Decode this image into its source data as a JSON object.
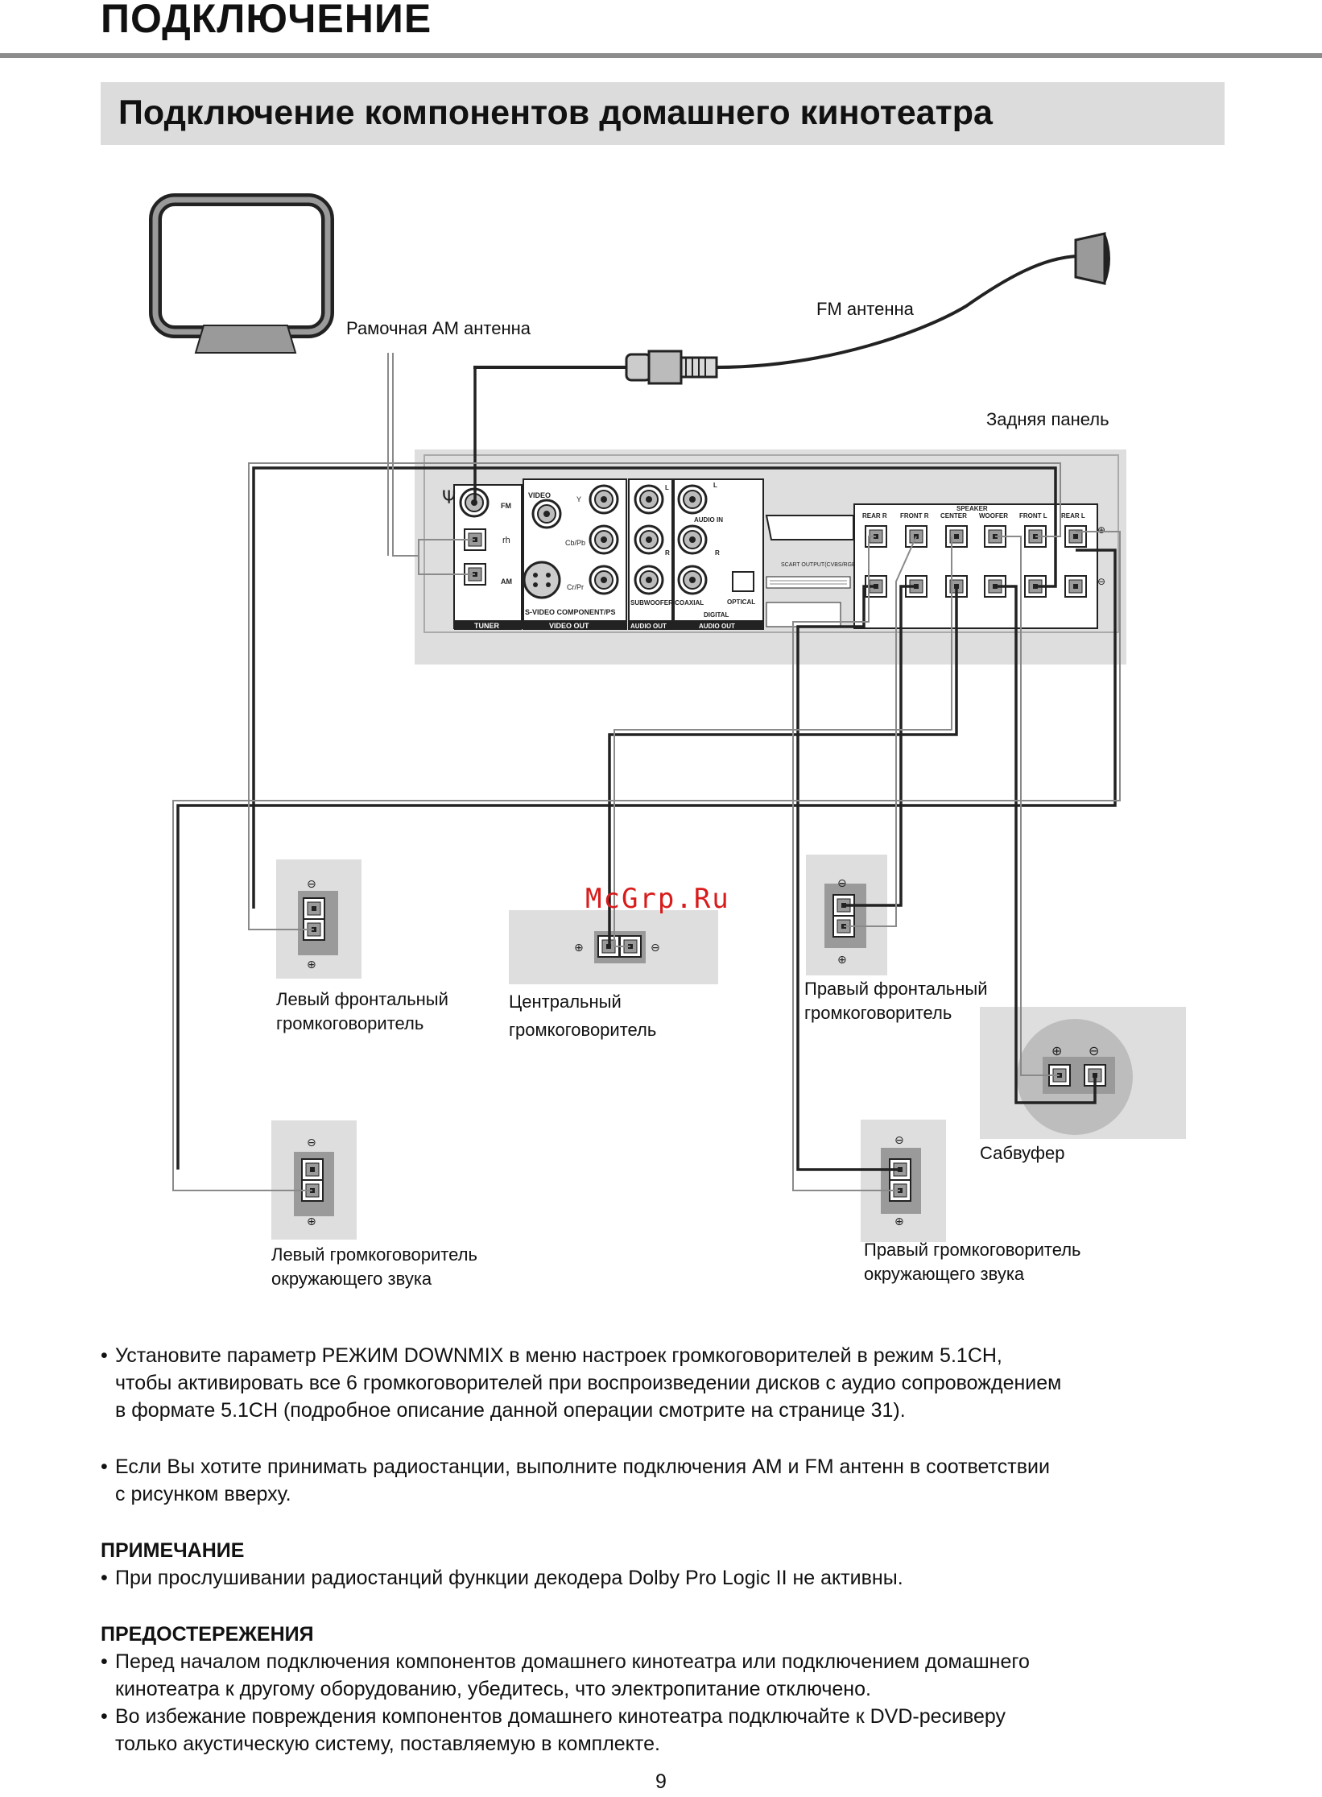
{
  "header": {
    "title": "ПОДКЛЮЧЕНИЕ"
  },
  "section": {
    "title": "Подключение компонентов домашнего кинотеатра"
  },
  "diagram": {
    "am_antenna_label": "Рамочная AM антенна",
    "fm_antenna_label": "FM антенна",
    "rear_panel_label": "Задняя панель",
    "panel": {
      "fm": "FM",
      "am": "AM",
      "tuner": "TUNER",
      "video": "VIDEO",
      "y": "Y",
      "cbpb": "Cb/Pb",
      "crpr": "Cr/Pr",
      "svideo_component": "S-VIDEO   COMPONENT/PS",
      "video_out": "VIDEO OUT",
      "l": "L",
      "r": "R",
      "audio_in": "AUDIO IN",
      "subwoofer_coaxial": "SUBWOOFER COAXIAL",
      "optical": "OPTICAL",
      "digital": "DIGITAL",
      "audio_out": "AUDIO OUT",
      "audio_out_2": "AUDIO OUT",
      "scart_output": "SCART OUTPUT(CVBS/RGB)",
      "speaker": "SPEAKER",
      "rear_r": "REAR R",
      "front_r": "FRONT R",
      "center": "CENTER",
      "woofer": "WOOFER",
      "front_l": "FRONT L",
      "rear_l": "REAR L"
    },
    "speakers": {
      "front_left": [
        "Левый фронтальный",
        "громкоговоритель"
      ],
      "center": [
        "Центральный",
        "громкоговоритель"
      ],
      "front_right": [
        "Правый фронтальный",
        "громкоговоритель"
      ],
      "subwoofer": "Сабвуфер",
      "surround_left": [
        "Левый громкоговоритель",
        "окружающего звука"
      ],
      "surround_right": [
        "Правый громкоговоритель",
        "окружающего звука"
      ]
    },
    "watermark": "McGrp.Ru",
    "plus_symbol": "⊕",
    "minus_symbol": "⊖"
  },
  "bullets": [
    [
      "Установите параметр РЕЖИМ DOWNMIX в меню настроек громкоговорителей в режим 5.1CH,",
      "чтобы активировать все 6 громкоговорителей при воспроизведении дисков с аудио сопровождением",
      "в формате 5.1CH (подробное описание данной операции смотрите на странице 31)."
    ],
    [
      "Если Вы хотите принимать радиостанции, выполните подключения AM и FM антенн в соответствии",
      "с рисунком вверху."
    ]
  ],
  "note": {
    "heading": "ПРИМЕЧАНИЕ",
    "items": [
      [
        "При прослушивании радиостанций функции декодера Dolby Pro Logic II не активны."
      ]
    ]
  },
  "caution": {
    "heading": "ПРЕДОСТЕРЕЖЕНИЯ",
    "items": [
      [
        "Перед началом подключения компонентов домашнего кинотеатра или подключением домашнего",
        "кинотеатра к другому оборудованию, убедитесь, что электропитание отключено."
      ],
      [
        "Во избежание повреждения компонентов домашнего кинотеатра подключайте к DVD-ресиверу",
        "только акустическую систему, поставляемую в комплекте."
      ]
    ]
  },
  "page_number": "9"
}
